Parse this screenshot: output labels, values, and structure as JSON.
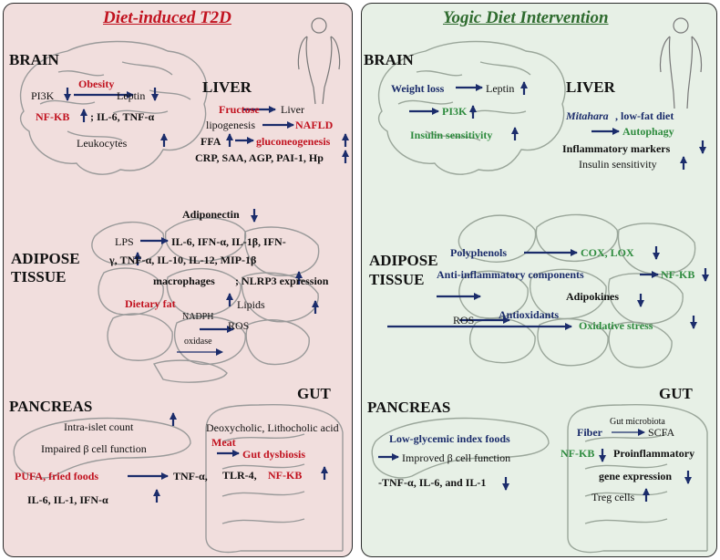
{
  "left": {
    "title": "Diet-induced T2D",
    "brain": {
      "heading": "BRAIN",
      "pi3k": "PI3K",
      "obesity": "Obesity",
      "leptin": "Leptin",
      "nfkb": "NF-KB",
      "il6_tnf": "; IL-6, TNF-α",
      "leukocytes": "Leukocytes"
    },
    "liver": {
      "heading": "LIVER",
      "fructose": "Fructose",
      "liver": "Liver",
      "lipogenesis": "lipogenesis",
      "nafld": "NAFLD",
      "ffa": "FFA",
      "gluconeogenesis": "gluconeogenesis",
      "markers": "CRP, SAA, AGP, PAI-1, Hp"
    },
    "adipose": {
      "heading_line1": "ADIPOSE",
      "heading_line2": "TISSUE",
      "adiponectin": "Adiponectin",
      "lps": "LPS",
      "cytokines_line1": "IL-6, IFN-α, IL-1β, IFN-",
      "cytokines_line2": "γ, TNF-α, IL-10, IL-12, MIP-1β",
      "macrophages": "macrophages",
      "nlrp3": "; NLRP3 expression",
      "dietary_fat": "Dietary fat",
      "lipids": "Lipids",
      "nadph": "NADPH",
      "oxidase": "oxidase",
      "ros": "ROS"
    },
    "pancreas": {
      "heading": "PANCREAS",
      "islet": "Intra-islet count",
      "impaired": "Impaired β cell function",
      "pufa": "PUFA, fried foods",
      "tnf": "TNF-α,",
      "il6": "IL-6, IL-1, IFN-α"
    },
    "gut": {
      "heading": "GUT",
      "acids": "Deoxycholic, Lithocholic acid",
      "meat": "Meat",
      "dysbiosis": "Gut dysbiosis",
      "tlr4": "TLR-4,",
      "nfkb": "NF-KB"
    }
  },
  "right": {
    "title": "Yogic Diet Intervention",
    "brain": {
      "heading": "BRAIN",
      "weight_loss": "Weight loss",
      "leptin": "Leptin",
      "pi3k": "PI3K",
      "insulin_sens": "Insulin sensitivity"
    },
    "liver": {
      "heading": "LIVER",
      "mitahara": "Mitahara",
      "lowfat": ", low-fat diet",
      "autophagy": "Autophagy",
      "inflammatory": "Inflammatory markers",
      "insulin": "Insulin sensitivity"
    },
    "adipose": {
      "heading_line1": "ADIPOSE",
      "heading_line2": "TISSUE",
      "polyphenols": "Polyphenols",
      "cox_lox": "COX, LOX",
      "anti_inflam": "Anti-inflammatory  components",
      "nfkb": "NF-KB",
      "adipokines": "Adipokines",
      "ros": "ROS",
      "antioxidants": "Antioxidants",
      "oxidative": "Oxidative stress"
    },
    "pancreas": {
      "heading": "PANCREAS",
      "lowgi": "Low-glycemic index foods",
      "improved": "Improved β cell function",
      "cytokines": "-TNF-α, IL-6, and IL-1"
    },
    "gut": {
      "heading": "GUT",
      "microbiota": "Gut microbiota",
      "fiber": "Fiber",
      "scfa": "SCFA",
      "nfkb": "NF-KB",
      "proinflam": "Proinflammatory",
      "gene_expr": "gene expression",
      "treg": "Treg cells"
    }
  },
  "colors": {
    "left_bg": "#f1dedd",
    "right_bg": "#e7f0e6",
    "red": "#c1121f",
    "navy": "#1b2c6b",
    "green": "#2e8b3e"
  }
}
